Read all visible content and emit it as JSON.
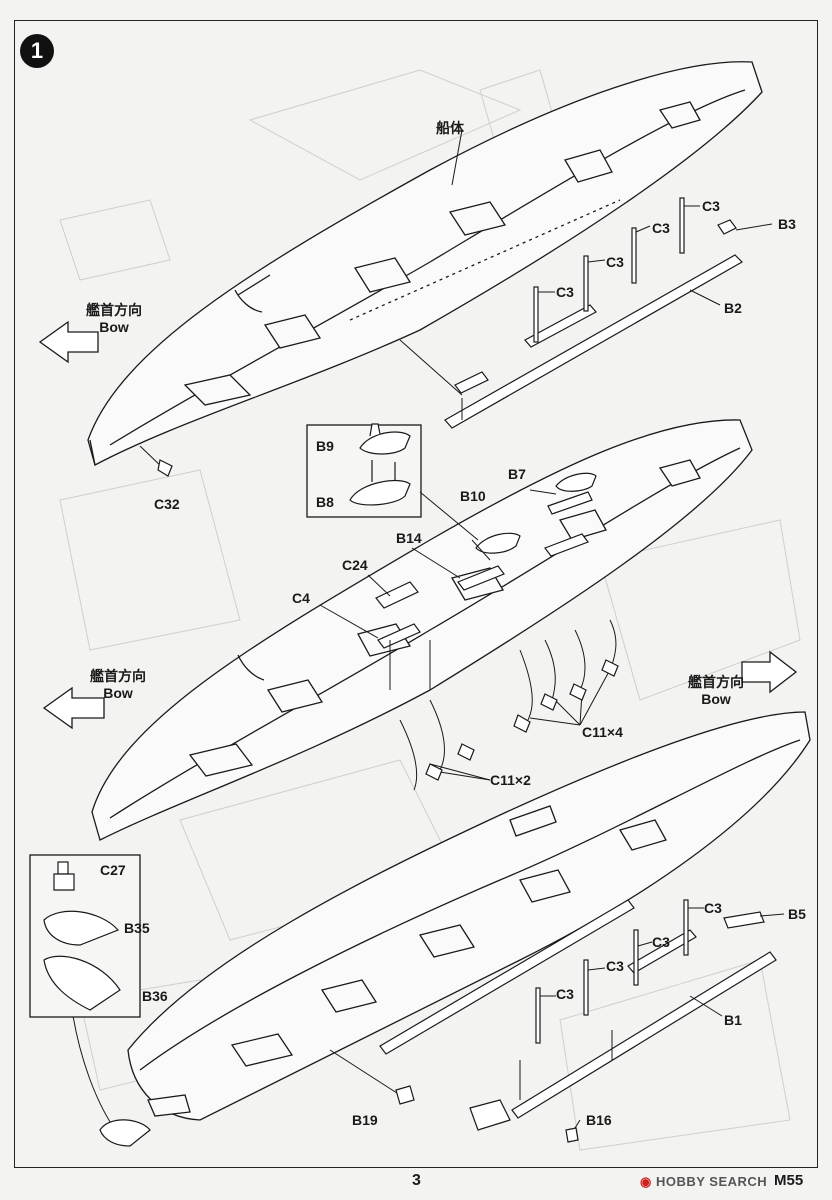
{
  "step": {
    "number": "1"
  },
  "hull_label": "船体",
  "bow_direction": {
    "japanese": "艦首方向",
    "english": "Bow"
  },
  "part_labels": {
    "C3": "C3",
    "B3": "B3",
    "B2": "B2",
    "C32": "C32",
    "B9": "B9",
    "B8": "B8",
    "B7": "B7",
    "B10": "B10",
    "B14": "B14",
    "C24": "C24",
    "C4": "C4",
    "C11x4": "C11×4",
    "C11x2": "C11×2",
    "C27": "C27",
    "B35": "B35",
    "B36": "B36",
    "B5": "B5",
    "B1": "B1",
    "B19": "B19",
    "B16": "B16"
  },
  "footer": {
    "page_number": "3",
    "watermark": "HOBBY SEARCH",
    "code": "M55"
  },
  "colors": {
    "ink": "#1a1a1a",
    "paper": "#f3f3f1",
    "faint": "#cfcfcf",
    "watermark_red": "#cc2222"
  }
}
